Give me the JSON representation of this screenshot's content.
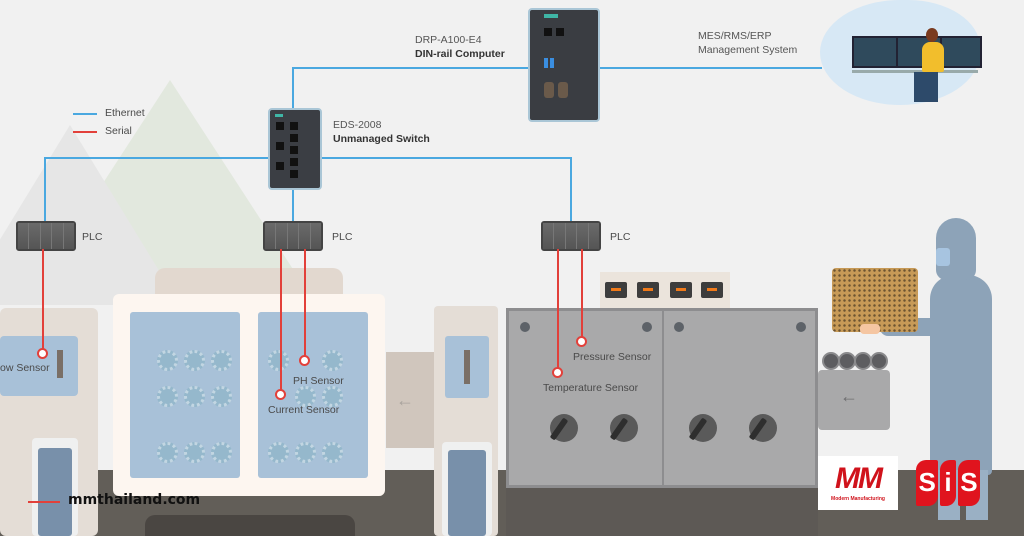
{
  "legend": {
    "items": [
      {
        "label": "Ethernet",
        "color": "#4aa8e0"
      },
      {
        "label": "Serial",
        "color": "#e2403a"
      }
    ]
  },
  "devices": {
    "computer": {
      "model": "DRP-A100-E4",
      "name": "DIN-rail Computer"
    },
    "switch": {
      "model": "EDS-2008",
      "name": "Unmanaged Switch"
    },
    "management": {
      "line1": "MES/RMS/ERP",
      "line2": "Management System"
    }
  },
  "plcs": [
    {
      "label": "PLC"
    },
    {
      "label": "PLC"
    },
    {
      "label": "PLC"
    }
  ],
  "sensors": {
    "flow": "ow Sensor",
    "ph": "PH Sensor",
    "current": "Current Sensor",
    "pressure": "Pressure Sensor",
    "temperature": "Temperature Sensor"
  },
  "footer": {
    "website": "mmthailand.com",
    "logo_mm": {
      "mark": "MM",
      "tagline": "Modern Manufacturing"
    },
    "logo_sis": {
      "letters": [
        "S",
        "i",
        "S"
      ]
    }
  },
  "colors": {
    "ethernet": "#4aa8e0",
    "serial": "#e2403a",
    "brand_red": "#d0121b",
    "machine_panel": "#a8c1d8"
  }
}
